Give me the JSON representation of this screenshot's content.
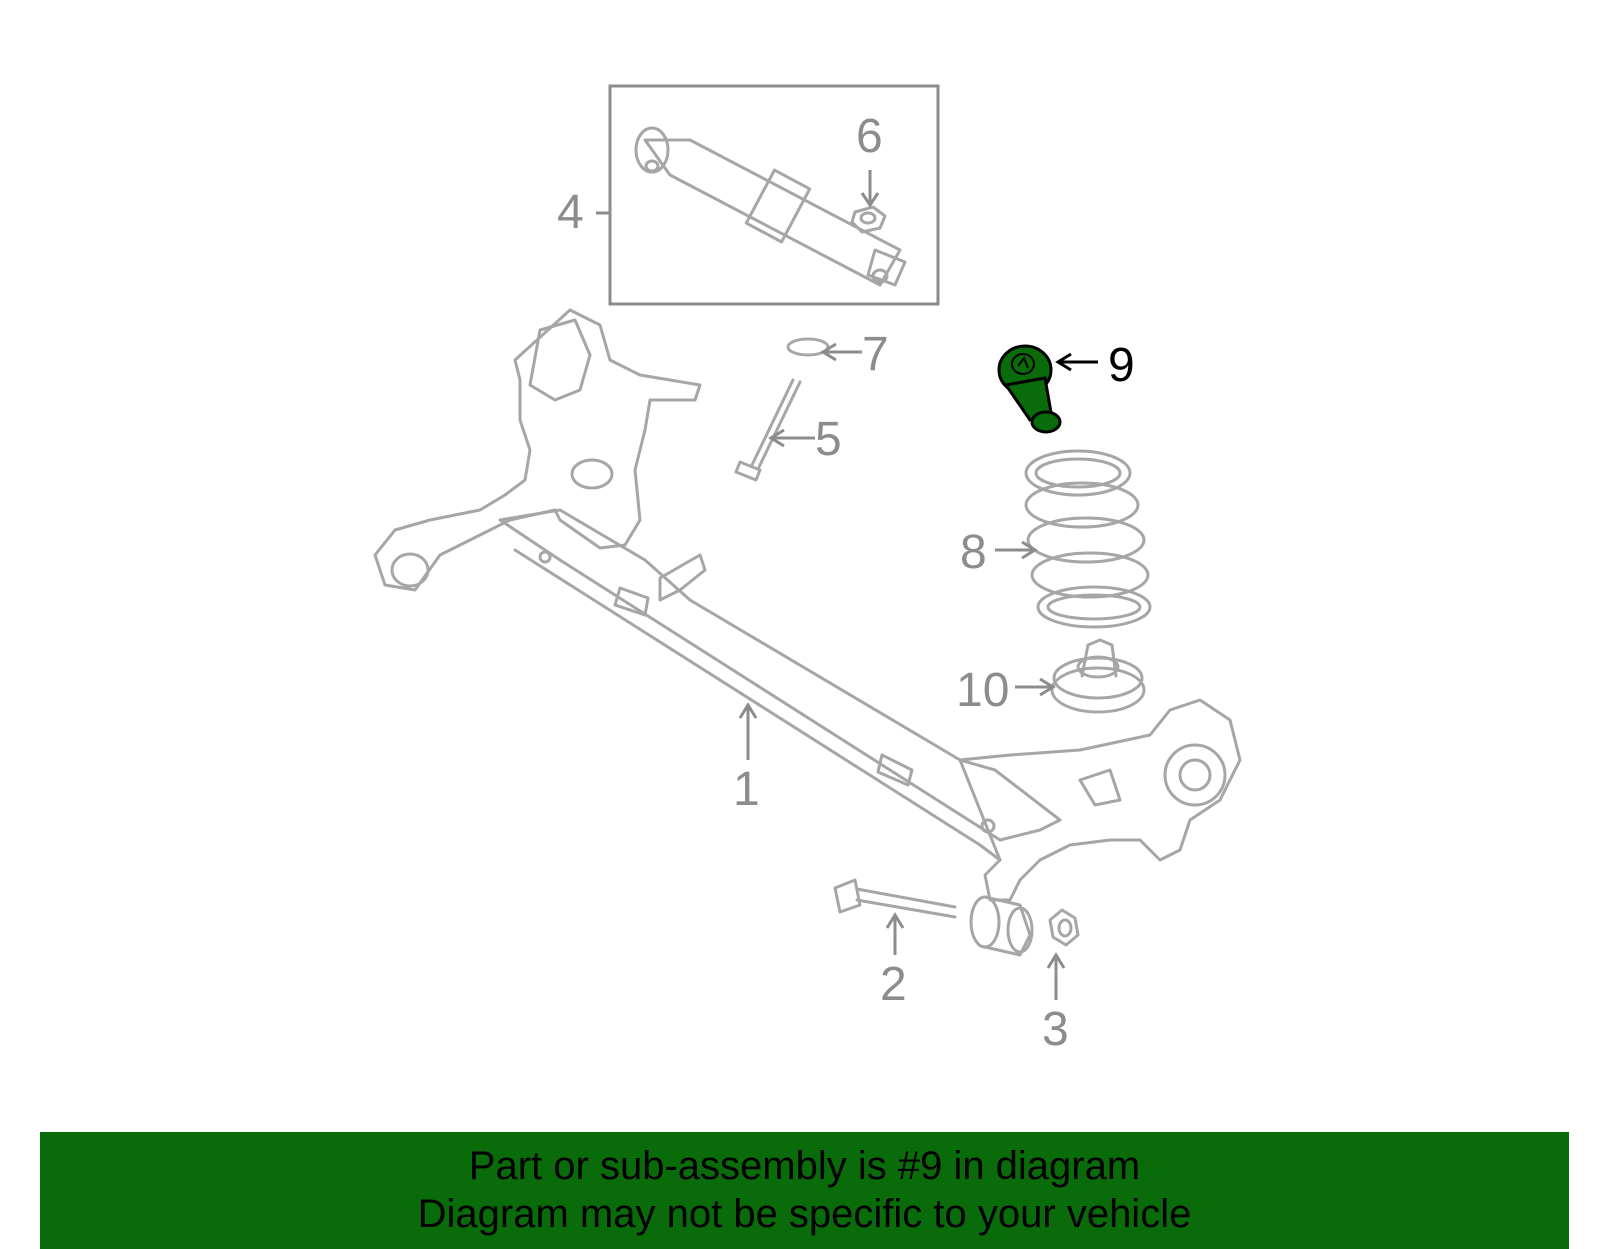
{
  "diagram": {
    "callouts": [
      "1",
      "2",
      "3",
      "4",
      "5",
      "6",
      "7",
      "8",
      "9",
      "10"
    ],
    "highlighted_part": "9",
    "highlight_color": "#0a6b0a",
    "line_color": "#a6a6a6"
  },
  "footer": {
    "line1": "Part or sub-assembly is #9 in diagram",
    "line2": "Diagram may not be specific to your vehicle",
    "background": "#0a6b0a"
  }
}
